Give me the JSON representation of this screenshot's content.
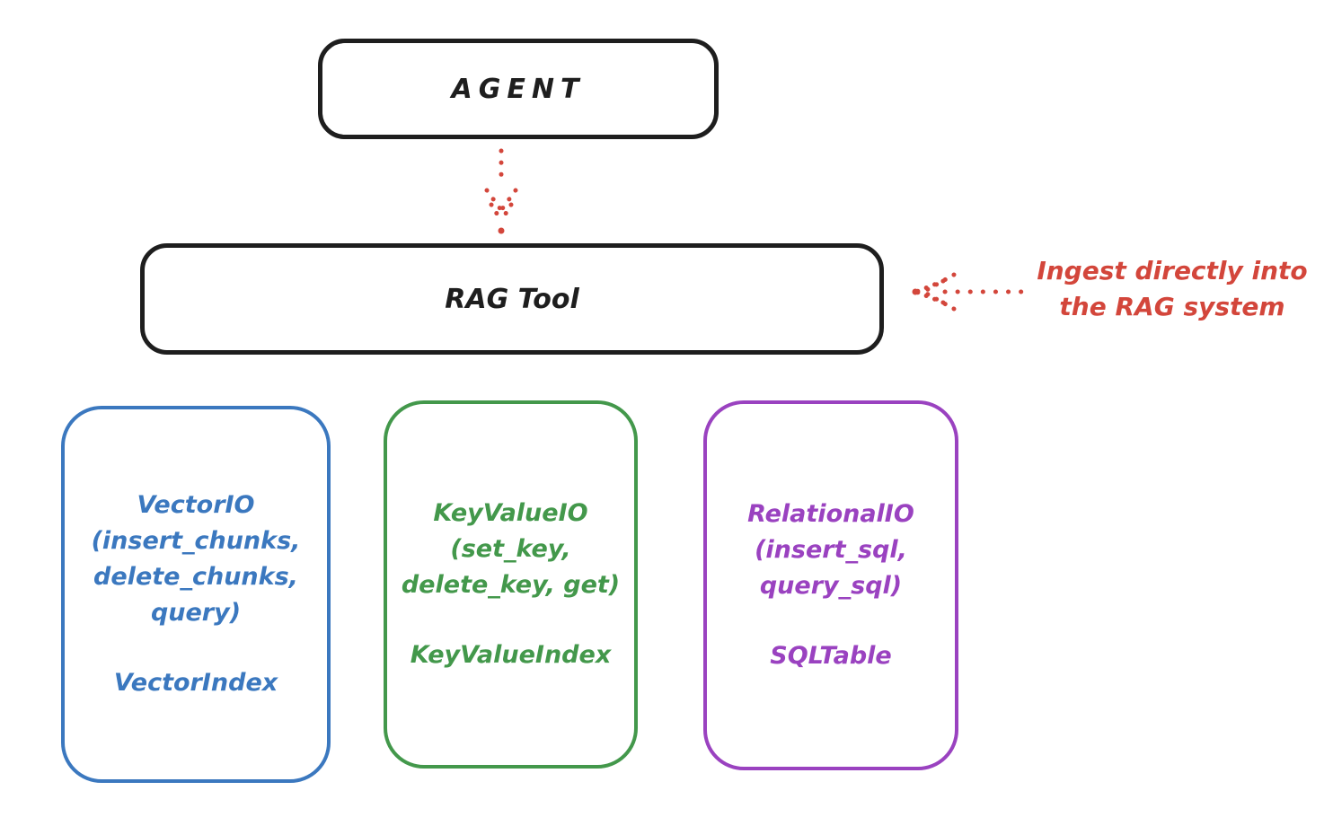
{
  "agent_box": {
    "label": "AGENT"
  },
  "rag_tool_box": {
    "label": "RAG Tool"
  },
  "annotation": {
    "line1": "Ingest directly into",
    "line2": "the RAG system"
  },
  "io_boxes": [
    {
      "lines": [
        "VectorIO",
        "(insert_chunks,",
        "delete_chunks,",
        "query)"
      ],
      "index_label": "VectorIndex",
      "color": "#3b78bf"
    },
    {
      "lines": [
        "KeyValueIO",
        "(set_key,",
        "delete_key, get)"
      ],
      "index_label": "KeyValueIndex",
      "color": "#43984b"
    },
    {
      "lines": [
        "RelationalIO",
        "(insert_sql,",
        "query_sql)"
      ],
      "index_label": "SQLTable",
      "color": "#9a42c0"
    }
  ],
  "colors": {
    "stroke_black": "#1e1e1e",
    "accent_red": "#d3463b",
    "background": "#ffffff"
  }
}
